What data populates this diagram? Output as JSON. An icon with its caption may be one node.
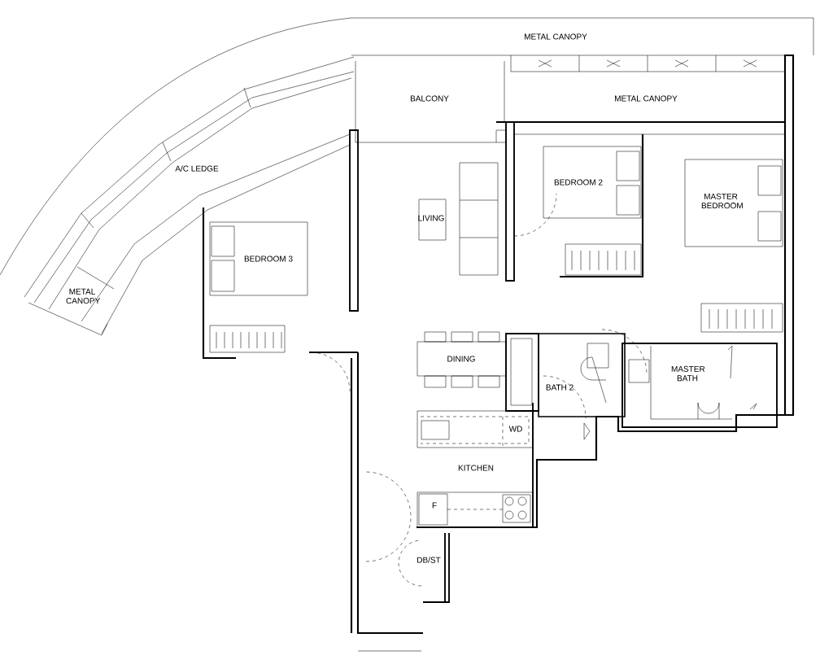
{
  "diagram": {
    "labels": [
      "METAL CANOPY",
      "BALCONY",
      "METAL CANOPY",
      "A/C LEDGE",
      "BEDROOM 2",
      "MASTER BEDROOM",
      "LIVING",
      "BEDROOM 3",
      "METAL CANOPY",
      "DINING",
      "MASTER BATH",
      "BATH 2",
      "WD",
      "KITCHEN",
      "F",
      "DB/ST"
    ]
  }
}
